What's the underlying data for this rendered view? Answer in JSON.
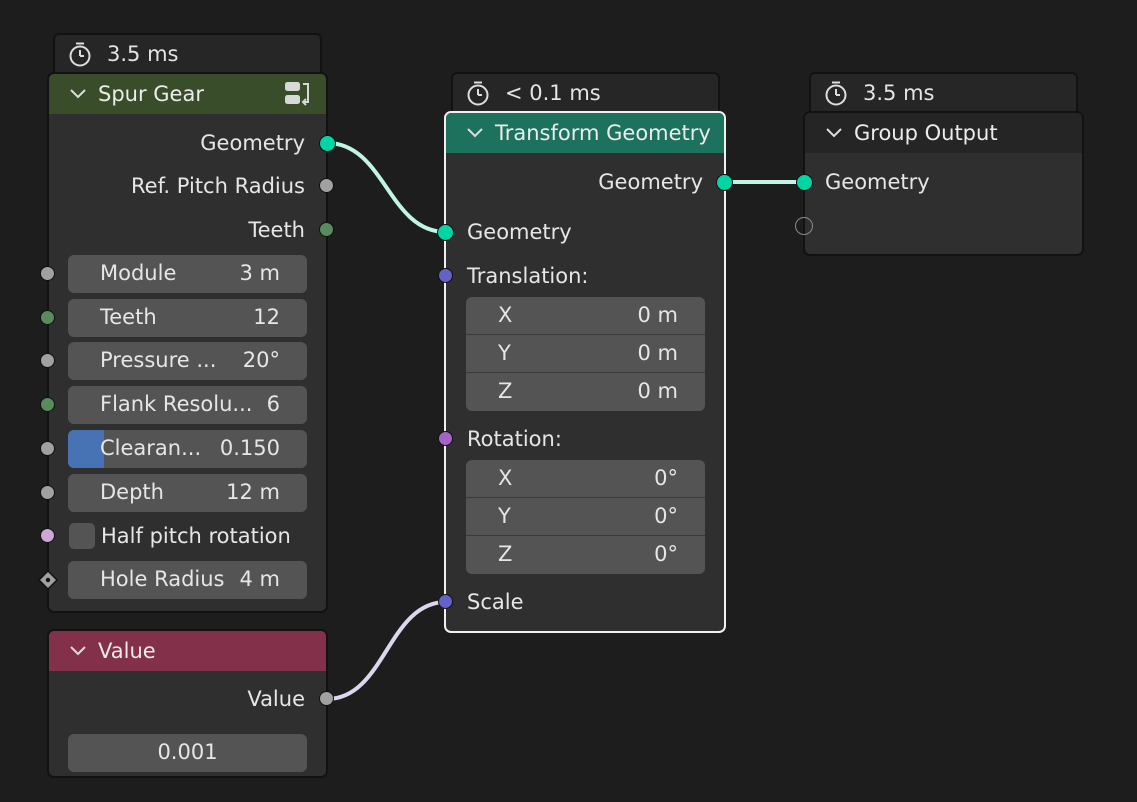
{
  "timers": {
    "spur_gear": "3.5 ms",
    "transform": "< 0.1 ms",
    "group_output": "3.5 ms"
  },
  "spur_gear": {
    "title": "Spur Gear",
    "header_color": "#3a4d2a",
    "outputs": [
      "Geometry",
      "Ref. Pitch Radius",
      "Teeth"
    ],
    "fields": [
      {
        "label": "Module",
        "value": "3 m"
      },
      {
        "label": "Teeth",
        "value": "12"
      },
      {
        "label": "Pressure ...",
        "value": "20°"
      },
      {
        "label": "Flank Resolu...",
        "value": "6"
      },
      {
        "label": "Clearan...",
        "value": "0.150",
        "fill_fraction": 0.15
      },
      {
        "label": "Depth",
        "value": "12 m"
      }
    ],
    "checkbox_label": "Half pitch rotation",
    "checkbox_checked": false,
    "hole": {
      "label": "Hole Radius",
      "value": "4 m"
    }
  },
  "value_node": {
    "title": "Value",
    "header_color": "#83314a",
    "output": "Value",
    "field_value": "0.001"
  },
  "transform": {
    "title": "Transform Geometry",
    "header_color": "#1d725e",
    "output": "Geometry",
    "input_geometry": "Geometry",
    "translation_label": "Translation:",
    "translation": [
      {
        "axis": "X",
        "value": "0 m"
      },
      {
        "axis": "Y",
        "value": "0 m"
      },
      {
        "axis": "Z",
        "value": "0 m"
      }
    ],
    "rotation_label": "Rotation:",
    "rotation": [
      {
        "axis": "X",
        "value": "0°"
      },
      {
        "axis": "Y",
        "value": "0°"
      },
      {
        "axis": "Z",
        "value": "0°"
      }
    ],
    "scale_label": "Scale"
  },
  "group_output": {
    "title": "Group Output",
    "input": "Geometry"
  },
  "colors": {
    "geometry_socket": "#00d6a3",
    "float_socket": "#a1a1a1",
    "int_socket": "#598c5c",
    "vector_socket": "#6363c7",
    "rotation_socket": "#a663c7",
    "bool_socket": "#cca6d6",
    "field_fill": "#4772b3"
  }
}
